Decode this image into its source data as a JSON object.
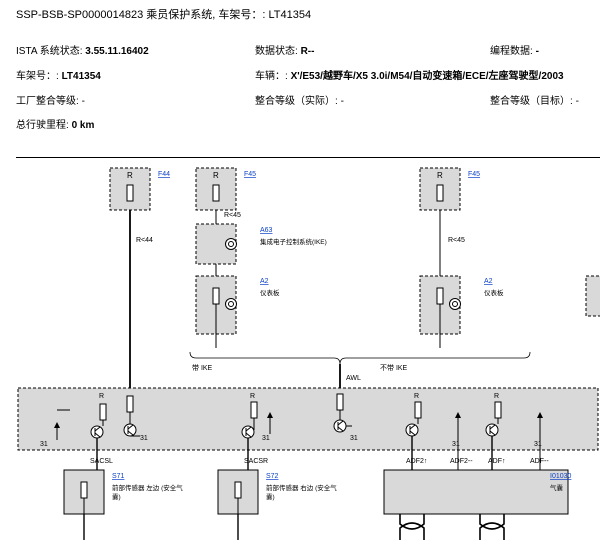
{
  "document": {
    "title": "SSP-BSB-SP0000014823 乘员保护系统, 车架号：: LT41354"
  },
  "vehicle_info": {
    "ista_label": "ISTA 系统状态:",
    "ista_value": "3.55.11.16402",
    "data_status_label": "数据状态:",
    "data_status_value": "R--",
    "programming_label": "编程数据:",
    "programming_value": "-",
    "vin_label": "车架号：:",
    "vin_value": "LT41354",
    "vehicle_label": "车辆：:",
    "vehicle_value": "X'/E53/越野车/X5 3.0i/M54/自动变速箱/ECE/左座驾驶型/2003",
    "factory_level_label": "工厂整合等级:",
    "factory_level_value": "-",
    "actual_level_label": "整合等级（实际）:",
    "actual_level_value": "-",
    "target_level_label": "整合等级（目标）:",
    "target_level_value": "-",
    "mileage_label": "总行驶里程:",
    "mileage_value": "0 km"
  },
  "diagram": {
    "fuse_f44": "F44",
    "fuse_f45_a": "F45",
    "fuse_f45_b": "F45",
    "r_label": "R",
    "wire_r44": "R<44",
    "wire_r45_a": "R<45",
    "wire_r45_b": "R<45",
    "a63_code": "A63",
    "a63_desc": "集成电子控制系统(IKE)",
    "a2_code_a": "A2",
    "a2_desc_a": "仪表板",
    "a2_code_b": "A2",
    "a2_desc_b": "仪表板",
    "with_ike": "带 IKE",
    "without_ike": "不带 IKE",
    "awl": "AWL",
    "ground_31": "31",
    "sacsl": "SACSL",
    "sacsr": "SACSR",
    "adf2_a": "ADF2↑",
    "adf2_b": "ADF2--",
    "adf1": "ADF↑",
    "adf_c": "ADF--",
    "s71_code": "S71",
    "s71_desc_1": "前部传感器 左边 (安全气",
    "s71_desc_2": "囊)",
    "s72_code": "S72",
    "s72_desc_1": "前部传感器 右边 (安全气",
    "s72_desc_2": "囊)",
    "i01030_code": "I01030",
    "i01030_desc": "气囊"
  },
  "colors": {
    "module_fill": "#d9d9d9",
    "link": "#0a3fc6"
  }
}
